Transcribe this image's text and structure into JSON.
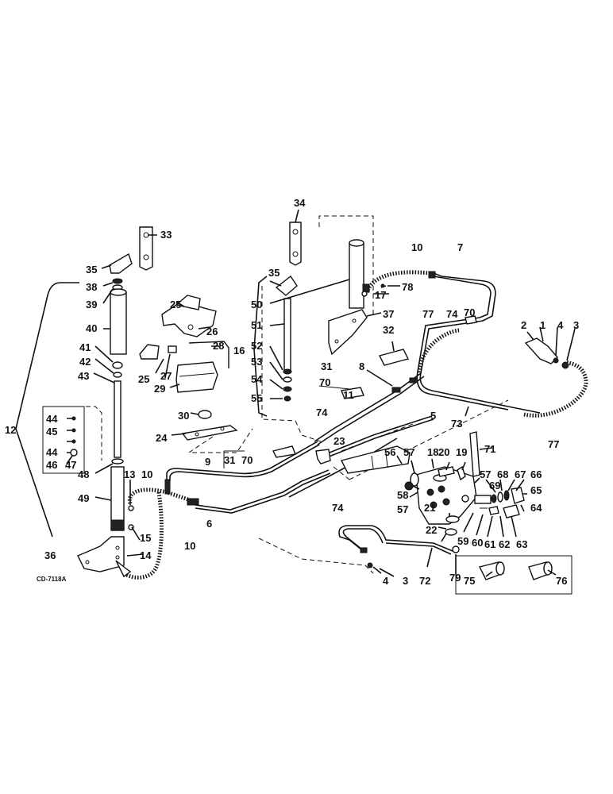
{
  "diagram_code": "CD-7118A",
  "callouts": {
    "c1": "1",
    "c2": "2",
    "c3a": "3",
    "c3b": "3",
    "c4a": "4",
    "c4b": "4",
    "c5": "5",
    "c6": "6",
    "c7": "7",
    "c8": "8",
    "c9": "9",
    "c10a": "10",
    "c10b": "10",
    "c10c": "10",
    "c11": "11",
    "c12": "12",
    "c13": "13",
    "c14": "14",
    "c15": "15",
    "c16": "16",
    "c17": "17",
    "c18": "18",
    "c19": "19",
    "c20": "20",
    "c21": "21",
    "c22": "22",
    "c23": "23",
    "c24": "24",
    "c25a": "25",
    "c25b": "25",
    "c26": "26",
    "c27": "27",
    "c28": "28",
    "c29": "29",
    "c30": "30",
    "c31a": "31",
    "c31b": "31",
    "c32": "32",
    "c33": "33",
    "c34": "34",
    "c35a": "35",
    "c35b": "35",
    "c36": "36",
    "c37": "37",
    "c38": "38",
    "c39": "39",
    "c40": "40",
    "c41": "41",
    "c42": "42",
    "c43": "43",
    "c44a": "44",
    "c44b": "44",
    "c45": "45",
    "c46": "46",
    "c47": "47",
    "c48": "48",
    "c49": "49",
    "c50": "50",
    "c51": "51",
    "c52": "52",
    "c53": "53",
    "c54": "54",
    "c55": "55",
    "c56": "56",
    "c57a": "57",
    "c57b": "57",
    "c57c": "57",
    "c58": "58",
    "c59": "59",
    "c60": "60",
    "c61": "61",
    "c62": "62",
    "c63": "63",
    "c64": "64",
    "c65": "65",
    "c66": "66",
    "c67": "67",
    "c68": "68",
    "c69": "69",
    "c70a": "70",
    "c70b": "70",
    "c70c": "70",
    "c71": "71",
    "c72": "72",
    "c73": "73",
    "c74a": "74",
    "c74b": "74",
    "c74c": "74",
    "c75": "75",
    "c76": "76",
    "c77a": "77",
    "c77b": "77",
    "c78": "78",
    "c79": "79"
  }
}
